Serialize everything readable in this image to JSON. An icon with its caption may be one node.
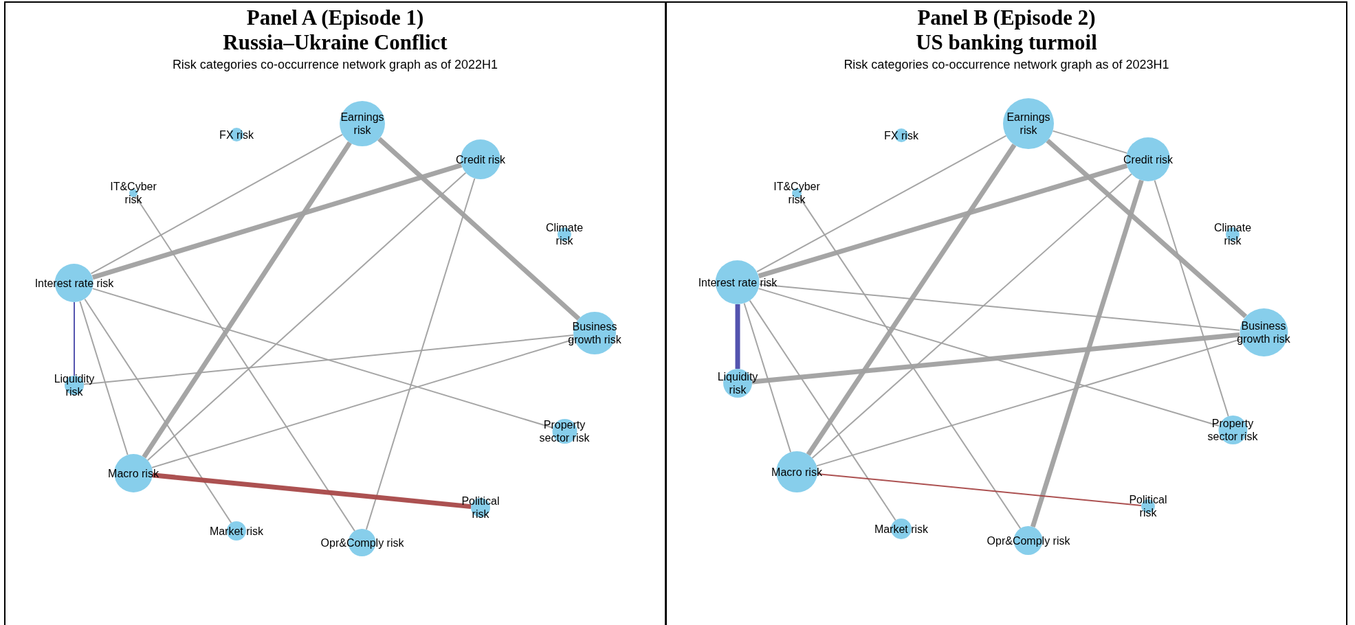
{
  "diagram": {
    "nodes": [
      {
        "text": [
          "Panel A (Episode 1) Russia–Ukraine Conflict",
          "Risk categories co-occurrence network graph as of 2022H1"
        ]
      },
      {
        "text": [
          "Earnings risk"
        ],
        "in": 0
      },
      {
        "text": [
          "FX risk"
        ],
        "in": 0
      },
      {
        "text": [
          "Credit risk"
        ],
        "in": 0
      },
      {
        "text": [
          "IT&Cyber risk"
        ],
        "in": 0
      },
      {
        "text": [
          "Climate risk"
        ],
        "in": 0
      },
      {
        "text": [
          "Interest rate risk"
        ],
        "in": 0
      },
      {
        "text": [
          "Business growth risk"
        ],
        "in": 0
      },
      {
        "text": [
          "Liquidity risk"
        ],
        "in": 0
      },
      {
        "text": [
          "Property sector risk"
        ],
        "in": 0
      },
      {
        "text": [
          "Macro risk"
        ],
        "in": 0
      },
      {
        "text": [
          "Political risk"
        ],
        "in": 0
      },
      {
        "text": [
          "Market risk"
        ],
        "in": 0
      },
      {
        "text": [
          "Opr&Comply risk"
        ],
        "in": 0
      },
      {
        "text": [
          "Panel B (Episode 2) US banking turmoil",
          "Risk categories co-occurrence network graph as of 2023H1"
        ]
      },
      {
        "text": [
          "Earnings risk"
        ],
        "in": 14
      },
      {
        "text": [
          "FX risk"
        ],
        "in": 14
      },
      {
        "text": [
          "Credit risk"
        ],
        "in": 14
      },
      {
        "text": [
          "IT&Cyber risk"
        ],
        "in": 14
      },
      {
        "text": [
          "Climate risk"
        ],
        "in": 14
      },
      {
        "text": [
          "Interest rate risk"
        ],
        "in": 14
      },
      {
        "text": [
          "Business growth risk"
        ],
        "in": 14
      },
      {
        "text": [
          "Liquidity risk"
        ],
        "in": 14
      },
      {
        "text": [
          "Property sector risk"
        ],
        "in": 14
      },
      {
        "text": [
          "Macro risk"
        ],
        "in": 14
      },
      {
        "text": [
          "Political risk"
        ],
        "in": 14
      },
      {
        "text": [
          "Market risk"
        ],
        "in": 14
      },
      {
        "text": [
          "Opr&Comply risk"
        ],
        "in": 14
      }
    ],
    "edges": [
      {
        "from": 1,
        "to": 6,
        "arrow": "none"
      },
      {
        "from": 1,
        "to": 10,
        "arrow": "none",
        "style": "thick"
      },
      {
        "from": 1,
        "to": 7,
        "arrow": "none",
        "style": "thick"
      },
      {
        "from": 3,
        "to": 6,
        "arrow": "none",
        "style": "thick"
      },
      {
        "from": 3,
        "to": 10,
        "arrow": "none"
      },
      {
        "from": 3,
        "to": 13,
        "arrow": "none"
      },
      {
        "from": 4,
        "to": 13,
        "arrow": "none"
      },
      {
        "from": 6,
        "to": 8,
        "arrow": "none",
        "color": "#4b4bab"
      },
      {
        "from": 6,
        "to": 9,
        "arrow": "none"
      },
      {
        "from": 6,
        "to": 10,
        "arrow": "none"
      },
      {
        "from": 6,
        "to": 12,
        "arrow": "none"
      },
      {
        "from": 7,
        "to": 8,
        "arrow": "none"
      },
      {
        "from": 7,
        "to": 10,
        "arrow": "none"
      },
      {
        "from": 10,
        "to": 11,
        "arrow": "none",
        "style": "thick",
        "color": "#a84848"
      },
      {
        "from": 15,
        "to": 20,
        "arrow": "none"
      },
      {
        "from": 15,
        "to": 17,
        "arrow": "none"
      },
      {
        "from": 15,
        "to": 24,
        "arrow": "none",
        "style": "thick"
      },
      {
        "from": 15,
        "to": 21,
        "arrow": "none",
        "style": "thick"
      },
      {
        "from": 17,
        "to": 20,
        "arrow": "none",
        "style": "thick"
      },
      {
        "from": 17,
        "to": 24,
        "arrow": "none"
      },
      {
        "from": 17,
        "to": 27,
        "arrow": "none",
        "style": "thick"
      },
      {
        "from": 17,
        "to": 23,
        "arrow": "none"
      },
      {
        "from": 18,
        "to": 27,
        "arrow": "none"
      },
      {
        "from": 20,
        "to": 22,
        "arrow": "none",
        "style": "thick",
        "color": "#4b4bab"
      },
      {
        "from": 20,
        "to": 21,
        "arrow": "none"
      },
      {
        "from": 20,
        "to": 23,
        "arrow": "none"
      },
      {
        "from": 20,
        "to": 24,
        "arrow": "none"
      },
      {
        "from": 20,
        "to": 26,
        "arrow": "none"
      },
      {
        "from": 22,
        "to": 21,
        "arrow": "none",
        "style": "thick"
      },
      {
        "from": 24,
        "to": 21,
        "arrow": "none"
      },
      {
        "from": 24,
        "to": 25,
        "arrow": "none",
        "color": "#a84848"
      }
    ]
  }
}
